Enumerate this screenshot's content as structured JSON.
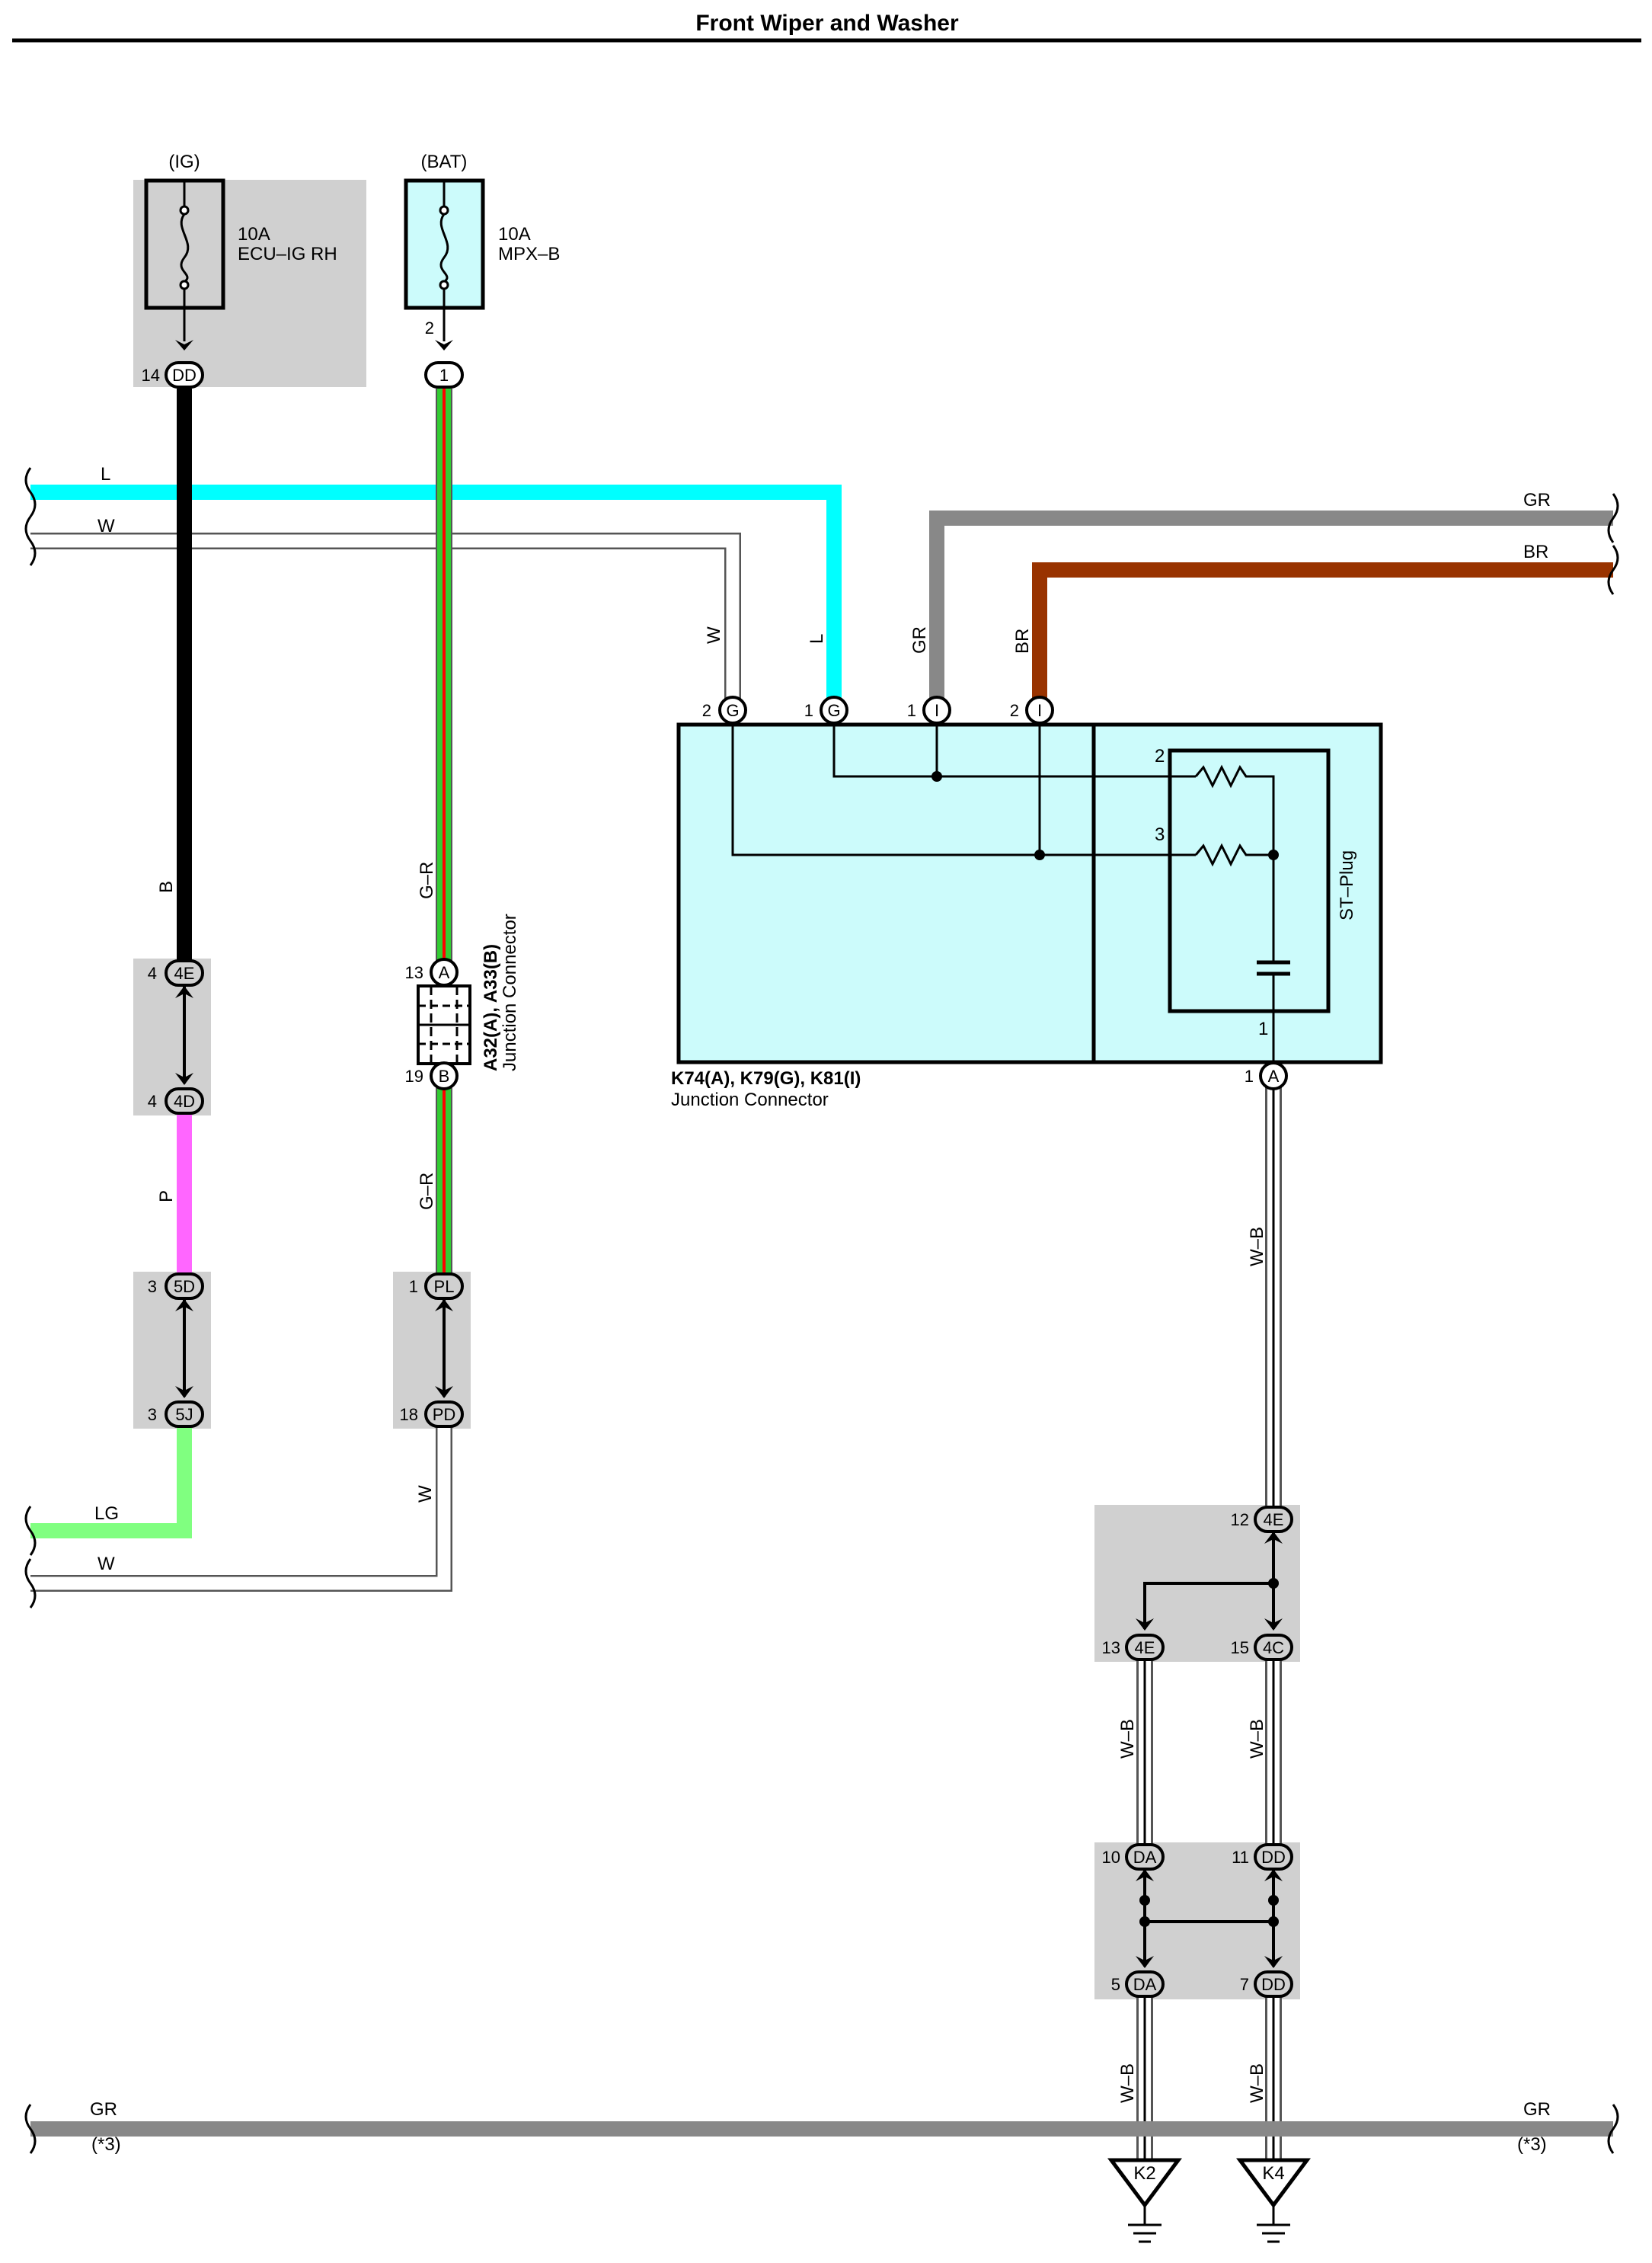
{
  "title": "Front Wiper and Washer",
  "colors": {
    "L": "#00ffff",
    "B": "#000000",
    "P": "#ff66ff",
    "LG": "#80ff80",
    "GR": "#888888",
    "BR": "#993300",
    "W": "#ffffff",
    "G-R_green": "#33cc33",
    "G-R_red": "#ff0000",
    "highlight_gray": "#d0d0d0",
    "highlight_cyan": "#ccfbfb"
  },
  "fuses": {
    "ig": {
      "source": "(IG)",
      "rating": "10A",
      "name": "ECU–IG RH"
    },
    "bat": {
      "source": "(BAT)",
      "rating": "10A",
      "name": "MPX–B"
    }
  },
  "wire_labels": {
    "L": "L",
    "W": "W",
    "B": "B",
    "P": "P",
    "LG": "LG",
    "GR": "GR",
    "BR": "BR",
    "GR_R": "G–R",
    "WB": "W–B"
  },
  "connectors": {
    "dd14": {
      "pin": "14",
      "code": "DD"
    },
    "c1": {
      "pin": "2",
      "code": "1"
    },
    "e4": {
      "pin": "4",
      "code": "4E"
    },
    "d4": {
      "pin": "4",
      "code": "4D"
    },
    "d5": {
      "pin": "3",
      "code": "5D"
    },
    "j5": {
      "pin": "3",
      "code": "5J"
    },
    "a13": {
      "pin": "13",
      "code": "A"
    },
    "b19": {
      "pin": "19",
      "code": "B"
    },
    "pl": {
      "pin": "1",
      "code": "PL"
    },
    "pd": {
      "pin": "18",
      "code": "PD"
    },
    "g2": {
      "pin": "2",
      "code": "G"
    },
    "g1": {
      "pin": "1",
      "code": "G"
    },
    "i1": {
      "pin": "1",
      "code": "I"
    },
    "i2": {
      "pin": "2",
      "code": "I"
    },
    "a1": {
      "pin": "1",
      "code": "A"
    },
    "e4_12": {
      "pin": "12",
      "code": "4E"
    },
    "e4_13": {
      "pin": "13",
      "code": "4E"
    },
    "c4_15": {
      "pin": "15",
      "code": "4C"
    },
    "da10": {
      "pin": "10",
      "code": "DA"
    },
    "dd11": {
      "pin": "11",
      "code": "DD"
    },
    "da5": {
      "pin": "5",
      "code": "DA"
    },
    "dd7": {
      "pin": "7",
      "code": "DD"
    }
  },
  "junction_a": {
    "id": "A32(A), A33(B)",
    "desc": "Junction Connector"
  },
  "junction_k": {
    "id": "K74(A), K79(G), K81(I)",
    "desc": "Junction Connector",
    "st_plug": "ST–Plug",
    "resistor_pins": [
      "2",
      "3"
    ],
    "cap_pin": "1"
  },
  "grounds": [
    "K2",
    "K4"
  ],
  "note": "(*3)"
}
